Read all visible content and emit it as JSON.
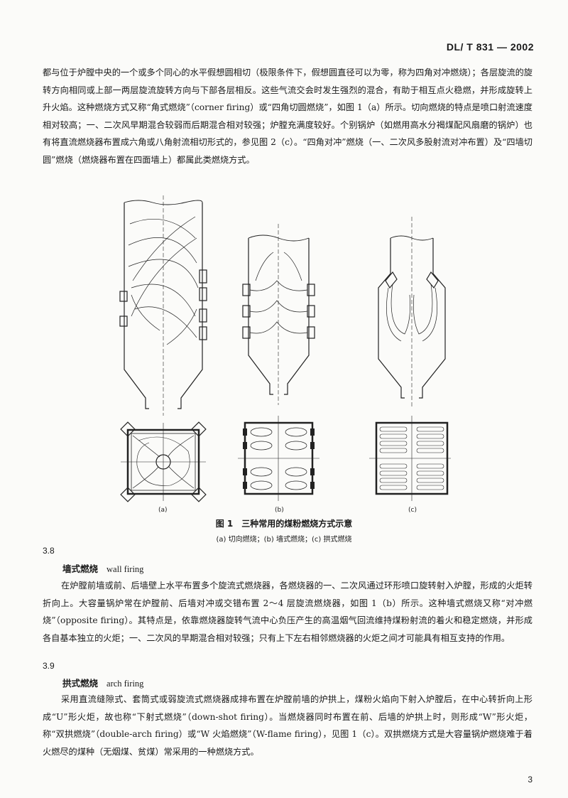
{
  "header": {
    "standard_code": "DL/ T 831 — 2002"
  },
  "intro_paragraph": "都与位于炉膛中央的一个或多个同心的水平假想圆相切（极限条件下，假想圆直径可以为零，称为四角对冲燃烧）；各层旋流的旋转方向相同或上部一两层旋流旋转方向与下部各层相反。这些气流交会时发生强烈的混合，有助于相互点火稳燃，并形成旋转上升火焰。这种燃烧方式又称“角式燃烧”（corner firing）或“四角切圆燃烧”，如图 1（a）所示。切向燃烧的特点是喷口射流速度相对较高；一、二次风早期混合较弱而后期混合相对较强；炉膛充满度较好。个别锅炉（如燃用高水分褐煤配风扇磨的锅炉）也有将直流燃烧器布置成六角或八角射流相切形式的，参见图 2（c）。“四角对冲”燃烧（一、二次风多股射流对冲布置）及“四墙切圆”燃烧（燃烧器布置在四面墙上）都属此类燃烧方式。",
  "figure": {
    "panel_labels": [
      "(a)",
      "(b)",
      "(c)"
    ],
    "caption_title": "图 1　三种常用的煤粉燃烧方式示意",
    "caption_sub": "(a) 切向燃烧；(b) 墙式燃烧；(c) 拱式燃烧"
  },
  "section_3_8": {
    "number": "3.8",
    "term_cn": "墙式燃烧",
    "term_en": "wall firing",
    "body": "在炉膛前墙或前、后墙壁上水平布置多个旋流式燃烧器，各燃烧器的一、二次风通过环形喷口旋转射入炉膛，形成的火炬转折向上。大容量锅炉常在炉膛前、后墙对冲或交错布置 2～4 层旋流燃烧器，如图 1（b）所示。这种墙式燃烧又称“对冲燃烧”（opposite firing）。其特点是，依靠燃烧器旋转气流中心负压产生的高温烟气回流维持煤粉射流的着火和稳定燃烧，并形成各自基本独立的火炬；一、二次风的早期混合相对较强；只有上下左右相邻燃烧器的火炬之间才可能具有相互支持的作用。"
  },
  "section_3_9": {
    "number": "3.9",
    "term_cn": "拱式燃烧",
    "term_en": "arch firing",
    "body": "采用直流缝隙式、套筒式或弱旋流式燃烧器成排布置在炉膛前墙的炉拱上，煤粉火焰向下射入炉膛后，在中心转折向上形成“U”形火炬，故也称“下射式燃烧”（down-shot firing）。当燃烧器同时布置在前、后墙的炉拱上时，则形成“W”形火炬，称“双拱燃烧”（double-arch firing）或“W 火焰燃烧”（W-flame firing），见图 1（c）。双拱燃烧方式是大容量锅炉燃烧难于着火燃尽的煤种（无烟煤、贫煤）常采用的一种燃烧方式。"
  },
  "footer": {
    "page_number": "3"
  }
}
